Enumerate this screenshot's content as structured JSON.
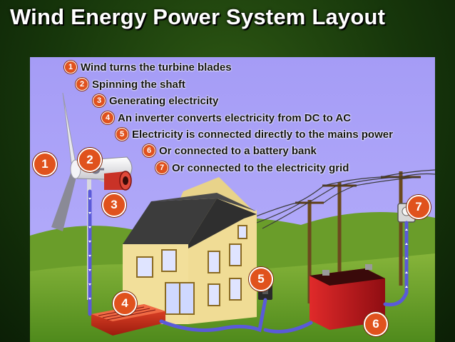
{
  "title": "Wind Energy Power System Layout",
  "colors": {
    "sky": "#9f97f4",
    "grass": "#6fa02d",
    "badge": "#e0521d",
    "cable": "#5a5ad8",
    "house_wall": "#f2df9a",
    "roof": "#3a3a3a",
    "battery": "#c4151c",
    "inverter": "#d0301c"
  },
  "steps": [
    {
      "num": "1",
      "text": "Wind turns the turbine blades"
    },
    {
      "num": "2",
      "text": "Spinning the shaft"
    },
    {
      "num": "3",
      "text": "Generating electricity"
    },
    {
      "num": "4",
      "text": "An inverter converts electricity from DC to AC"
    },
    {
      "num": "5",
      "text": "Electricity is connected directly to the mains power"
    },
    {
      "num": "6",
      "text": "Or connected to a battery bank"
    },
    {
      "num": "7",
      "text": "Or connected to the electricity grid"
    }
  ],
  "markers": [
    "1",
    "2",
    "3",
    "4",
    "5",
    "6",
    "7"
  ],
  "icons": [
    "wind-turbine-icon",
    "house-icon",
    "inverter-icon",
    "mains-switch-icon",
    "battery-icon",
    "power-pole-icon",
    "meter-icon"
  ]
}
